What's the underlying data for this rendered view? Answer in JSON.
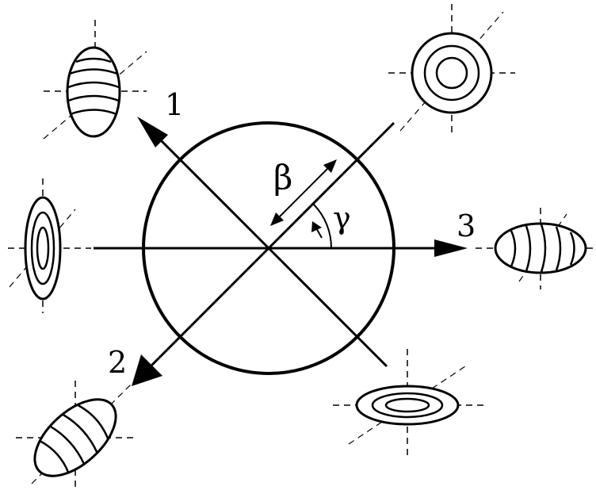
{
  "labels": {
    "axis1": "1",
    "axis2": "2",
    "axis3": "3",
    "beta": "β",
    "gamma": "γ"
  },
  "colors": {
    "stroke": "#000000",
    "background": "#ffffff"
  }
}
